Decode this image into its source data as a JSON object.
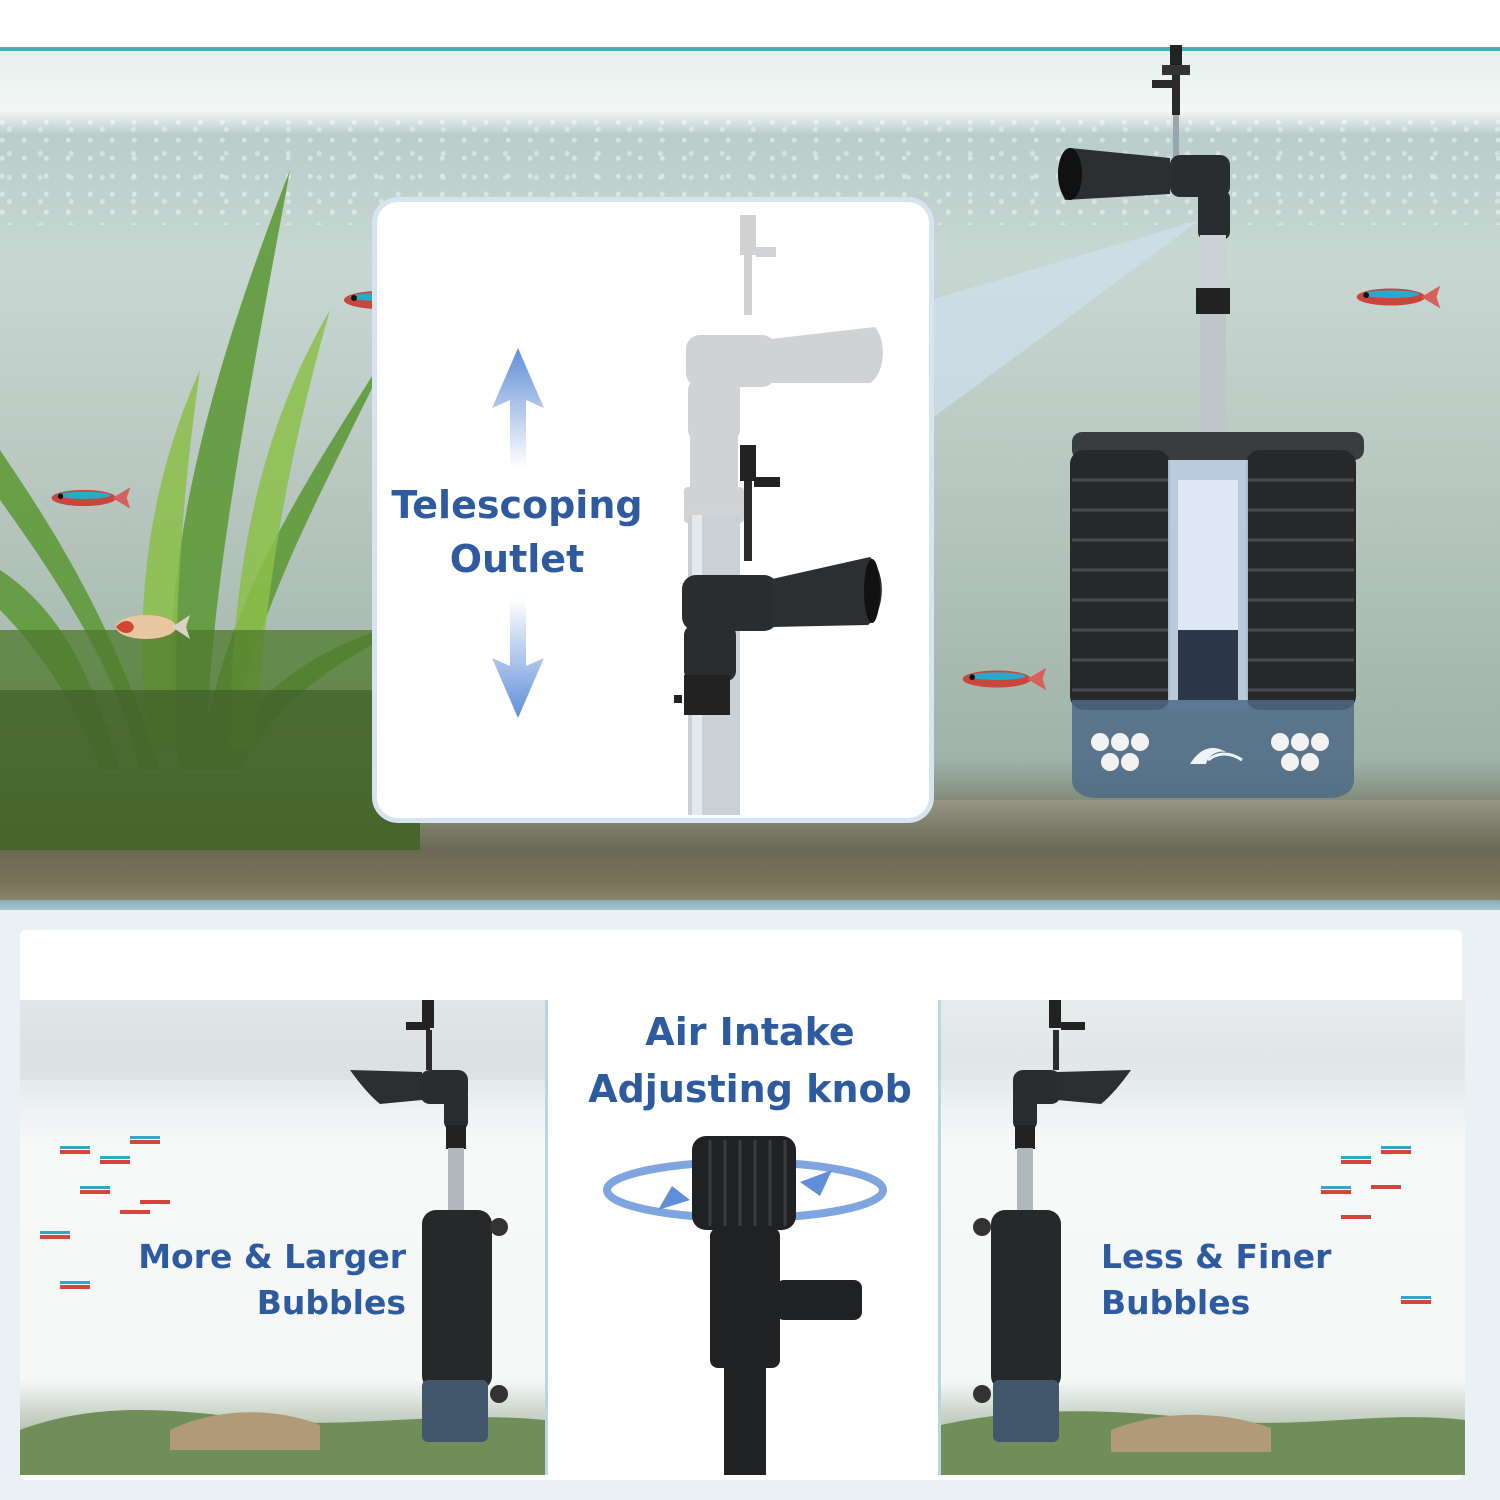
{
  "labels": {
    "outlet_line1": "Telescoping",
    "outlet_line2": "Outlet",
    "knob_line1": "Air Intake",
    "knob_line2": "Adjusting knob",
    "more_line1": "More & Larger",
    "more_line2": "Bubbles",
    "less_line1": "Less & Finer",
    "less_line2": "Bubbles"
  },
  "colors": {
    "accent_blue": "#2e5aa0",
    "arrow_blue": "#5f8fd8",
    "rim_teal": "#3fb3ad",
    "sponge_black": "#222426"
  },
  "icons": {
    "arrow_up": "double-arrow-up-icon",
    "arrow_down": "double-arrow-down-icon",
    "rotate": "rotate-arrow-icon",
    "brand": "wave-logo-icon"
  }
}
